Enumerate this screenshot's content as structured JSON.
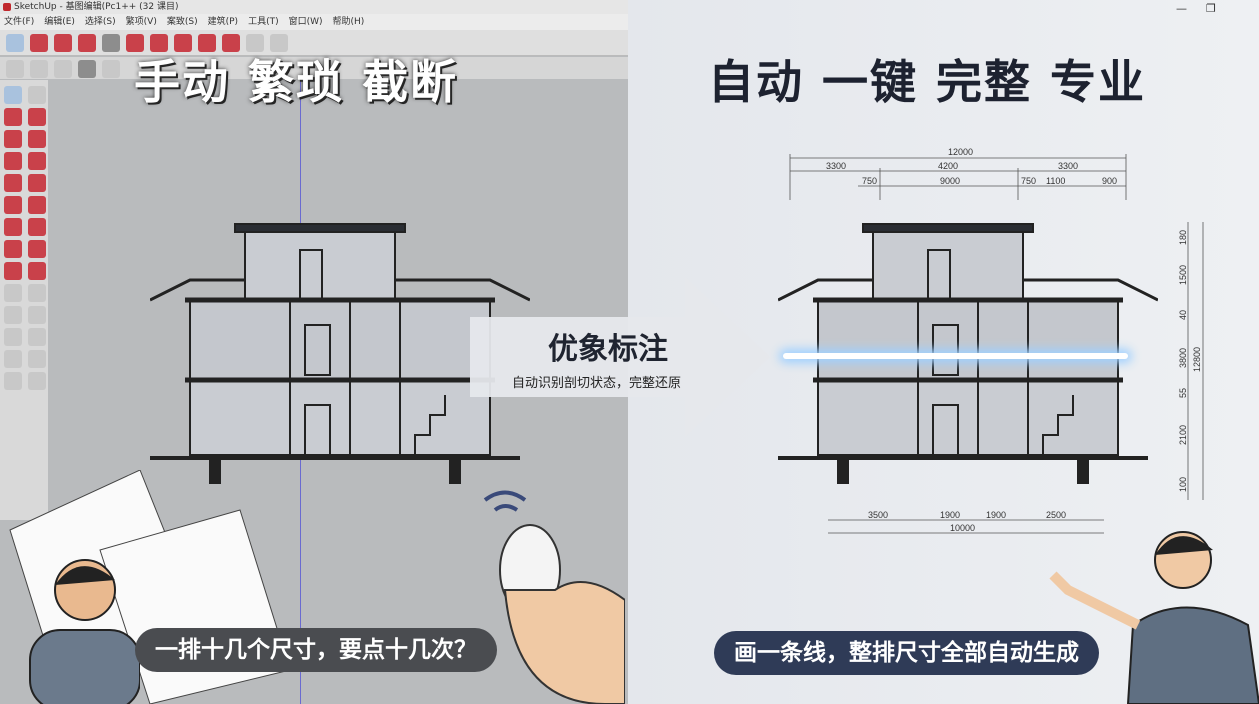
{
  "app": {
    "title": "SketchUp - 基图编辑(Pc1++ (32 课目)",
    "menu": [
      "文件(F)",
      "编辑(E)",
      "选择(S)",
      "繁项(V)",
      "案致(S)",
      "建筑(P)",
      "工具(T)",
      "窗口(W)",
      "帮助(H)"
    ]
  },
  "left": {
    "headline": "手动 繁琐 截断",
    "caption": "一排十几个尺寸，要点十几次？"
  },
  "arrow": {
    "title": "优象标注",
    "subtitle": "自动识别剖切状态，完整还原"
  },
  "right": {
    "headline": "自动 一键 完整 专业",
    "caption": "画一条线，整排尺寸全部自动生成",
    "window_controls": [
      "minimize-icon",
      "restore-icon"
    ],
    "dims_top": {
      "total": "12000",
      "row2": [
        "3300",
        "4200",
        "3300"
      ],
      "row3": [
        "750",
        "9000",
        "750",
        "1100",
        "900"
      ]
    },
    "dims_bottom": {
      "row1": [
        "3500",
        "1900",
        "1900",
        "2500"
      ],
      "total": "10000"
    },
    "dims_side": {
      "segments": [
        "180",
        "1500",
        "40",
        "3800",
        "55",
        "2100",
        "100"
      ],
      "total": "12800"
    }
  },
  "colors": {
    "accent": "#2f3b57",
    "highlight": "#9fd0ff"
  }
}
